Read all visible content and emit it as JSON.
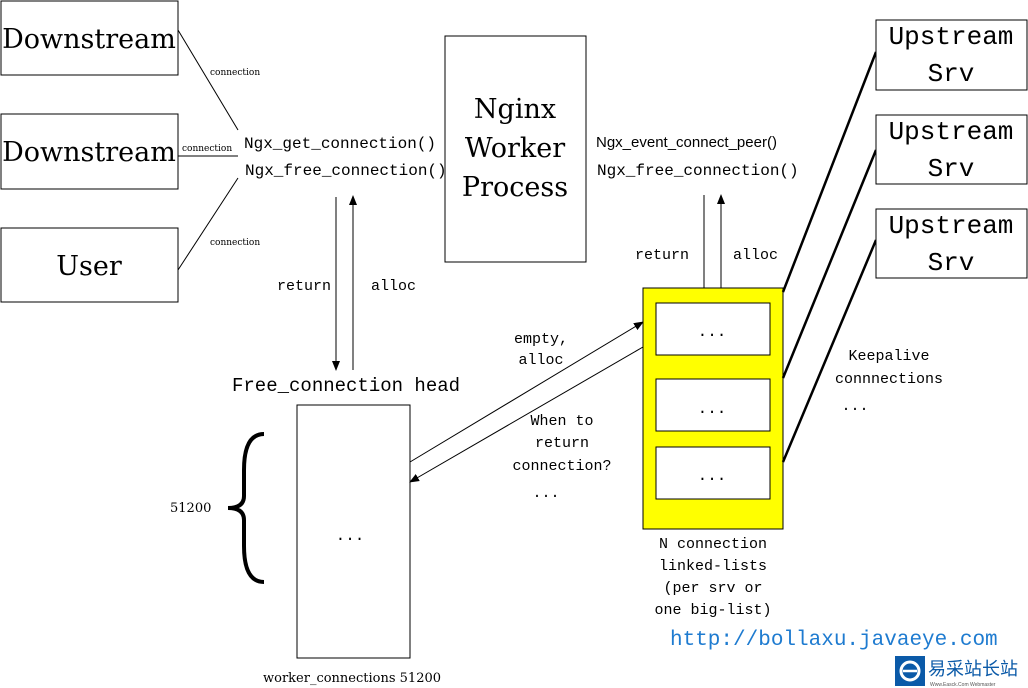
{
  "clients": [
    {
      "label": "Downstream",
      "link_label": "connection"
    },
    {
      "label": "Downstream",
      "link_label": "connection"
    },
    {
      "label": "User",
      "link_label": "connection"
    }
  ],
  "left_functions": [
    "Ngx_get_connection()",
    "Ngx_free_connection()"
  ],
  "worker": {
    "lines": [
      "Nginx",
      "Worker",
      "Process"
    ]
  },
  "right_functions": [
    "Ngx_event_connect_peer()",
    "Ngx_free_connection()"
  ],
  "left_arrows": {
    "return": "return",
    "alloc": "alloc"
  },
  "right_arrows": {
    "return": "return",
    "alloc": "alloc"
  },
  "free_list": {
    "head": "Free_connection head",
    "content": "...",
    "count": "51200",
    "caption": "worker_connections 51200"
  },
  "middle": {
    "empty_alloc": [
      "empty,",
      "alloc"
    ],
    "when_return": [
      "When to",
      "return",
      "connection?"
    ],
    "ellipsis": "..."
  },
  "linked_lists": {
    "items": [
      "...",
      "...",
      "..."
    ],
    "caption": [
      "N connection",
      "linked-lists",
      "(per srv or",
      "one big-list)"
    ],
    "fill_color": "#ffff00"
  },
  "upstreams": [
    {
      "line1": "Upstream",
      "line2": "Srv"
    },
    {
      "line1": "Upstream",
      "line2": "Srv"
    },
    {
      "line1": "Upstream",
      "line2": "Srv"
    }
  ],
  "keepalive": [
    "Keepalive",
    "connnections",
    "..."
  ],
  "url": {
    "text": "http://bollaxu.javaeye.com",
    "color": "#1e7bd0"
  },
  "watermark": {
    "text": "易采站长站",
    "sub": "Www.Easck.Com Webmaster",
    "color": "#0b5aa8"
  }
}
